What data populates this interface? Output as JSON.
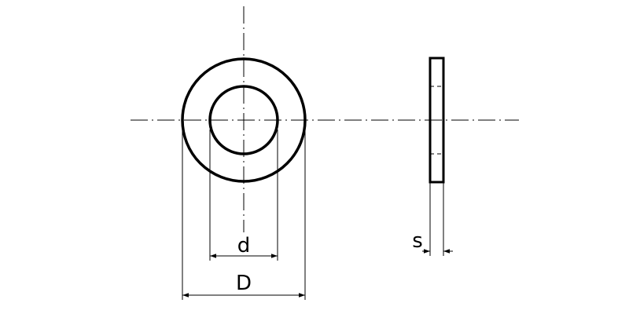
{
  "drawing": {
    "subject": "washer",
    "labels": {
      "inner_diameter": "d",
      "outer_diameter": "D",
      "thickness": "s"
    }
  }
}
